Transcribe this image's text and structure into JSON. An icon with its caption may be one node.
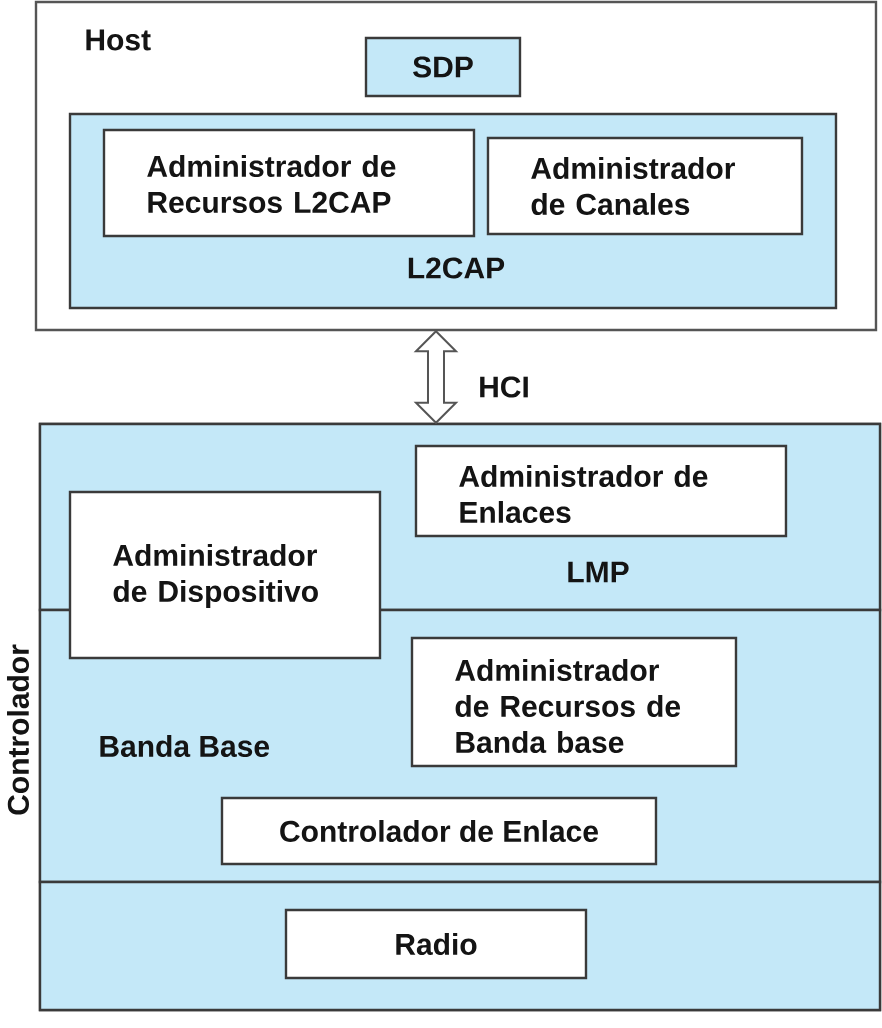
{
  "diagram": {
    "nodes": [
      {
        "text": [
          "Host"
        ]
      },
      {
        "text": [
          "SDP"
        ],
        "in": 0
      },
      {
        "text": [
          "L2CAP"
        ],
        "in": 0
      },
      {
        "text": [
          "Administrador de Recursos L2CAP"
        ],
        "in": 2
      },
      {
        "text": [
          "Administrador de Canales"
        ],
        "in": 2
      },
      {
        "text": [
          "Controlador"
        ]
      },
      {
        "text": [
          "LMP"
        ],
        "in": 5
      },
      {
        "text": [
          "Administrador de Enlaces"
        ],
        "in": 6
      },
      {
        "text": [
          "Administrador de Dispositivo"
        ],
        "in": 5
      },
      {
        "text": [
          "Banda Base"
        ],
        "in": 5
      },
      {
        "text": [
          "Administrador de Recursos de Banda base"
        ],
        "in": 9
      },
      {
        "text": [
          "Controlador de Enlace"
        ],
        "in": 9
      },
      {
        "text": [],
        "shape": "box",
        "in": 5
      },
      {
        "text": [
          "Radio"
        ],
        "in": 12
      }
    ],
    "edges": [
      {
        "from": 0,
        "to": 5,
        "arrow": "both",
        "label": "HCI"
      }
    ]
  }
}
